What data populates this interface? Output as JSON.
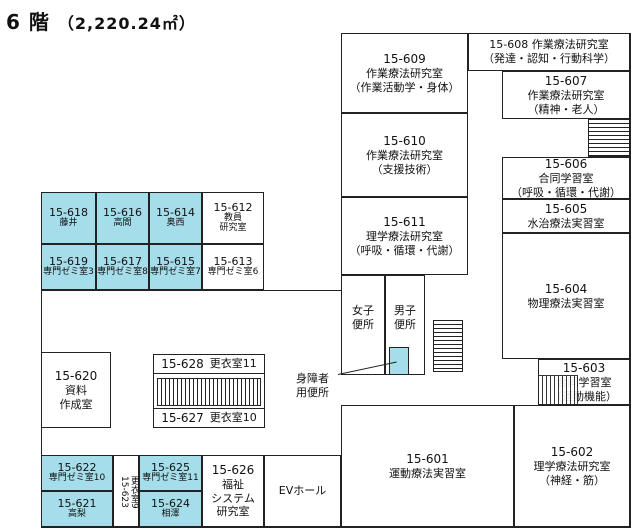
{
  "title": {
    "floor": "6 階",
    "area": "（2,220.24㎡）"
  },
  "rooms": {
    "r609": {
      "num": "15-609",
      "name": "作業療法研究室",
      "sub": "（作業活動学・身体）"
    },
    "r608": {
      "num": "15-608 作業療法研究室",
      "sub": "（発達・認知・行動科学）"
    },
    "r607": {
      "num": "15-607",
      "name": "作業療法研究室",
      "sub": "（精神・老人）"
    },
    "r610": {
      "num": "15-610",
      "name": "作業療法研究室",
      "sub": "（支援技術）"
    },
    "r606": {
      "num": "15-606",
      "name": "合同学習室",
      "sub": "（呼吸・循環・代謝）"
    },
    "r605": {
      "num": "15-605",
      "name": "水治療法実習室"
    },
    "r611": {
      "num": "15-611",
      "name": "理学療法研究室",
      "sub": "（呼吸・循環・代謝）"
    },
    "r604": {
      "num": "15-604",
      "name": "物理療法実習室"
    },
    "r618": {
      "num": "15-618",
      "name": "藤井"
    },
    "r616": {
      "num": "15-616",
      "name": "高間"
    },
    "r614": {
      "num": "15-614",
      "name": "奥西"
    },
    "r612": {
      "num": "15-612",
      "name": "教員",
      "sub": "研究室"
    },
    "r619": {
      "num": "15-619",
      "name": "専門ゼミ室3"
    },
    "r617": {
      "num": "15-617",
      "name": "専門ゼミ室8"
    },
    "r615": {
      "num": "15-615",
      "name": "専門ゼミ室7"
    },
    "r613": {
      "num": "15-613",
      "name": "専門ゼミ室6"
    },
    "wc_f": {
      "name": "女子",
      "sub": "便所"
    },
    "wc_m": {
      "name": "男子",
      "sub": "便所"
    },
    "r603": {
      "num": "15-603",
      "name": "合同学習室",
      "sub": "（運動機能）"
    },
    "r620": {
      "num": "15-620",
      "name": "資料",
      "sub": "作成室"
    },
    "r628": {
      "num": "15-628",
      "name": "更衣室11"
    },
    "r627": {
      "num": "15-627",
      "name": "更衣室10"
    },
    "r601": {
      "num": "15-601",
      "name": "運動療法実習室"
    },
    "r602": {
      "num": "15-602",
      "name": "理学療法研究室",
      "sub": "（神経・筋）"
    },
    "r622": {
      "num": "15-622",
      "name": "専門ゼミ室10"
    },
    "r621": {
      "num": "15-621",
      "name": "高梨"
    },
    "r623": {
      "name": "更衣室9",
      "num": "15-623"
    },
    "r625": {
      "num": "15-625",
      "name": "専門ゼミ室11"
    },
    "r624": {
      "num": "15-624",
      "name": "相澤"
    },
    "r626": {
      "num": "15-626",
      "name": "福祉",
      "sub": "システム",
      "sub2": "研究室"
    }
  },
  "labels": {
    "accessible_wc": "身障者",
    "accessible_wc2": "用便所",
    "ev_hall": "EVホール"
  },
  "colors": {
    "seminar_room": "#a6ddea"
  }
}
